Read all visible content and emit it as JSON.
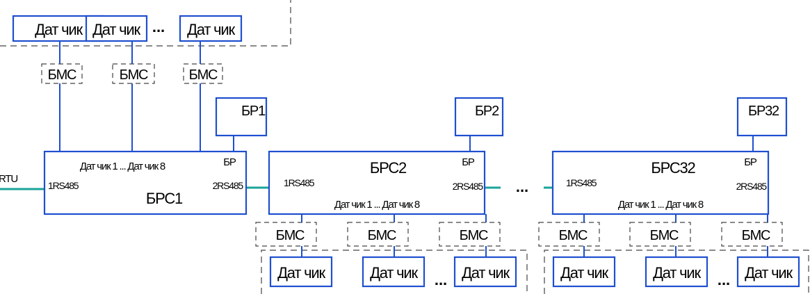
{
  "labels": {
    "sensor": "Дат чик",
    "bms": "БМС",
    "br": "БР",
    "rs485_in": "1RS485",
    "rs485_out": "2RS485",
    "sensors_range": "Дат чик  1 ... Дат чик  8",
    "ellipsis": "...",
    "left_stub": "RTU"
  },
  "brs": [
    {
      "name": "БРС1",
      "relay": "БР1"
    },
    {
      "name": "БРС2",
      "relay": "БР2"
    },
    {
      "name": "БРС32",
      "relay": "БР32"
    }
  ],
  "colors": {
    "box_stroke": "#1f4fd0",
    "bus": "#1aa39a",
    "dash": "#444444"
  }
}
